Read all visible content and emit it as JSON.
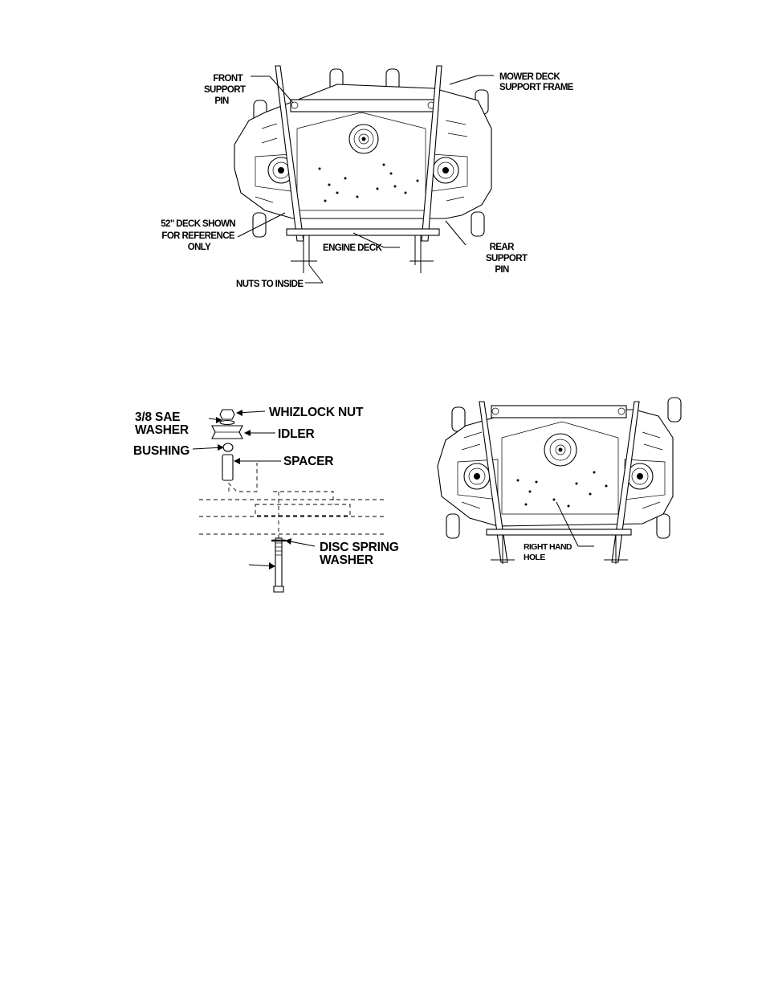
{
  "figure_top": {
    "front_support_pin": [
      "FRONT",
      "SUPPORT",
      "PIN"
    ],
    "mower_deck_support_frame": [
      "MOWER DECK",
      "SUPPORT FRAME"
    ],
    "deck_reference": [
      "52\" DECK SHOWN",
      "FOR REFERENCE",
      "ONLY"
    ],
    "engine_deck": "ENGINE DECK",
    "rear_support_pin": [
      "REAR",
      "SUPPORT",
      "PIN"
    ],
    "nuts_to_inside": "NUTS TO INSIDE"
  },
  "figure_idler": {
    "whizlock_nut": "WHIZLOCK NUT",
    "sae_washer": [
      "3/8 SAE",
      "WASHER"
    ],
    "idler": "IDLER",
    "bushing": "BUSHING",
    "spacer": "SPACER",
    "disc_spring_washer": [
      "DISC SPRING",
      "WASHER"
    ]
  },
  "figure_right": {
    "right_hand_hole": [
      "RIGHT HAND",
      "HOLE"
    ]
  }
}
